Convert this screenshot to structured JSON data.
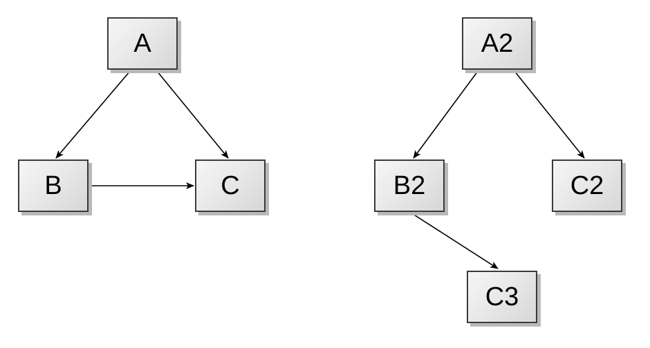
{
  "diagram": {
    "background_color": "#ffffff",
    "node_style": {
      "fill_top": "#f6f6f6",
      "fill_bottom": "#d7d7d7",
      "border_color": "#3a3a3a",
      "shadow_color": "#b9b9b9",
      "text_color": "#000000"
    },
    "edge_style": {
      "color": "#000000",
      "arrowhead": "filled-stealth"
    },
    "graphs": [
      {
        "name": "left-graph",
        "nodes": [
          {
            "id": "A",
            "label": "A"
          },
          {
            "id": "B",
            "label": "B"
          },
          {
            "id": "C",
            "label": "C"
          }
        ],
        "edges": [
          {
            "from": "A",
            "to": "B"
          },
          {
            "from": "A",
            "to": "C"
          },
          {
            "from": "B",
            "to": "C"
          }
        ]
      },
      {
        "name": "right-graph",
        "nodes": [
          {
            "id": "A2",
            "label": "A2"
          },
          {
            "id": "B2",
            "label": "B2"
          },
          {
            "id": "C2",
            "label": "C2"
          },
          {
            "id": "C3",
            "label": "C3"
          }
        ],
        "edges": [
          {
            "from": "A2",
            "to": "B2"
          },
          {
            "from": "A2",
            "to": "C2"
          },
          {
            "from": "B2",
            "to": "C3"
          }
        ]
      }
    ]
  }
}
